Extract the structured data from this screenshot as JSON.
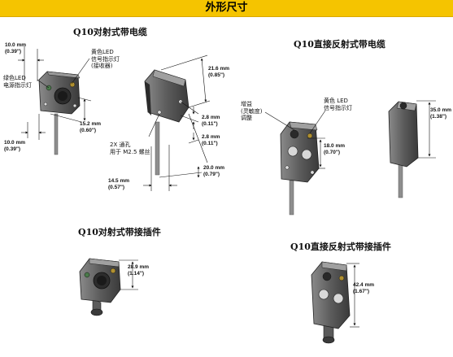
{
  "header": {
    "title": "外形尺寸"
  },
  "sections": {
    "s1": {
      "title": "Q10对射式带电缆"
    },
    "s2": {
      "title": "Q10直接反射式带电缆"
    },
    "s3": {
      "title": "Q10对射式带接插件"
    },
    "s4": {
      "title": "Q10直接反射式带接插件"
    }
  },
  "dims": {
    "d1": {
      "mm": "10.0 mm",
      "inch": "(0.39\")"
    },
    "d2": {
      "mm": "15.2 mm",
      "inch": "(0.60\")"
    },
    "d3": {
      "mm": "10.0 mm",
      "inch": "(0.39\")"
    },
    "d4": {
      "mm": "21.6 mm",
      "inch": "(0.85\")"
    },
    "d5": {
      "mm": "2.8 mm",
      "inch": "(0.11\")"
    },
    "d6": {
      "mm": "2.8 mm",
      "inch": "(0.11\")"
    },
    "d7": {
      "mm": "20.0 mm",
      "inch": "(0.79\")"
    },
    "d8": {
      "mm": "14.5 mm",
      "inch": "(0.57\")"
    },
    "d9": {
      "mm": "18.0 mm",
      "inch": "(0.70\")"
    },
    "d10": {
      "mm": "35.0 mm",
      "inch": "(1.38\")"
    },
    "d11": {
      "mm": "28.9 mm",
      "inch": "(1.14\")"
    },
    "d12": {
      "mm": "42.4 mm",
      "inch": "(1.67\")"
    }
  },
  "annotations": {
    "yellow_led": [
      "黄色LED",
      "信号指示灯",
      "(接收器)"
    ],
    "green_led": [
      "绿色LED",
      "电源指示灯"
    ],
    "mount_hole": [
      "2X 通孔",
      "用于 M2.5 螺丝"
    ],
    "gain": [
      "增益",
      "(灵敏度)",
      "调整"
    ],
    "yellow_led2": [
      "黄色 LED",
      "信号指示灯"
    ]
  },
  "colors": {
    "header_bg": "#f5c400",
    "sensor_dark": "#3c3c3c",
    "sensor_mid": "#6a6a6a",
    "sensor_light": "#a8a8a8",
    "cable": "#909090"
  }
}
